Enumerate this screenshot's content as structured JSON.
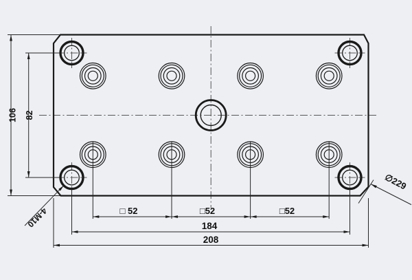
{
  "drawing": {
    "bg_color": "#edeff3",
    "line_color": "#1a1a1a",
    "centerline_color": "#565656",
    "labels": {
      "overall_height": "106",
      "hole_span_height": "82",
      "pitch_left": "□ 52",
      "pitch_center": "□52",
      "pitch_right": "□52",
      "hole_span_width": "184",
      "overall_width": "208",
      "corner_holes_callout": "4-M10",
      "diameter_callout": "∅229"
    }
  }
}
